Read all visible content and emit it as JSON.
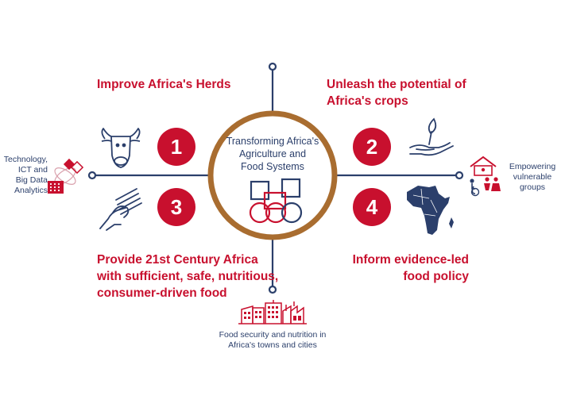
{
  "center": {
    "title_line1": "Transforming Africa's",
    "title_line2": "Agriculture and",
    "title_line3": "Food Systems"
  },
  "goals": [
    {
      "number": "1",
      "line1": "Improve Africa's Herds"
    },
    {
      "number": "2",
      "line1": "Unleash the potential of",
      "line2": "Africa's crops"
    },
    {
      "number": "3",
      "line1": "Provide 21st Century Africa",
      "line2": "with sufficient, safe, nutritious,",
      "line3": "consumer-driven food"
    },
    {
      "number": "4",
      "line1": "Inform evidence-led",
      "line2": "food policy"
    }
  ],
  "crosscutting": {
    "left": {
      "line1": "Technology,",
      "line2": "ICT and",
      "line3": "Big Data",
      "line4": "Analytics"
    },
    "right": {
      "line1": "Empowering",
      "line2": "vulnerable",
      "line3": "groups"
    },
    "bottom": {
      "line1": "Food security and nutrition in",
      "line2": "Africa's towns and cities"
    }
  },
  "icons": [
    "cow-icon",
    "plant-in-hand-icon",
    "hand-grain-icon",
    "africa-map-icon",
    "technology-icon",
    "people-house-icon",
    "city-buildings-icon"
  ],
  "colors": {
    "red": "#c8102e",
    "navy": "#2b3f6b",
    "bronze": "#a96d30"
  }
}
